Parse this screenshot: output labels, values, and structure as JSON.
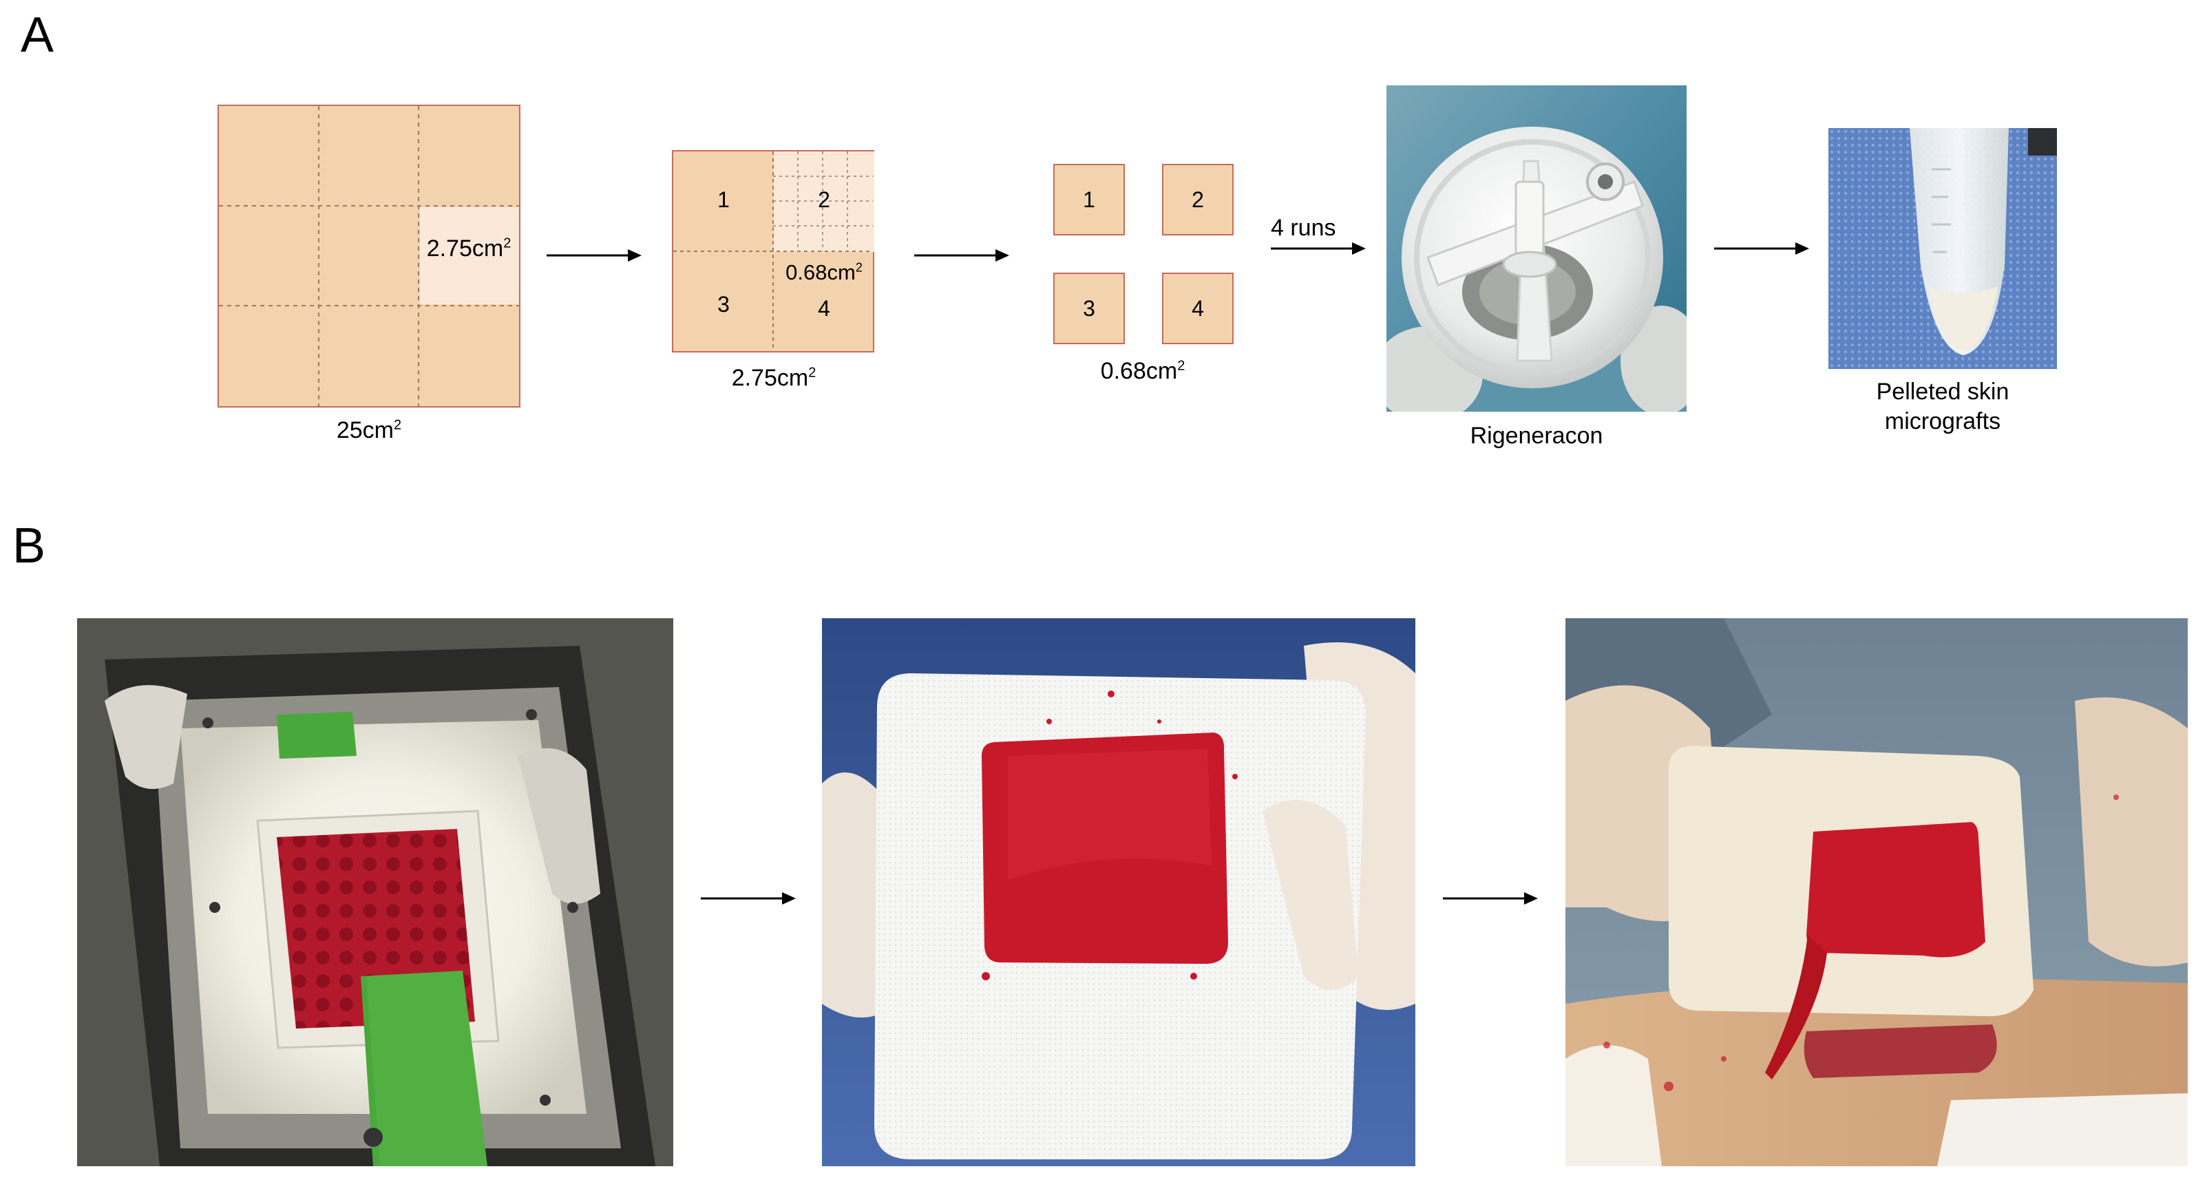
{
  "panels": {
    "a": "A",
    "b": "B"
  },
  "panel_a": {
    "big_square": {
      "area_label": "25cm",
      "sup": "2",
      "highlight_label": "2.75cm",
      "highlight_sup": "2"
    },
    "medium_square": {
      "area_label": "2.75cm",
      "sup": "2",
      "quadrants": [
        "1",
        "2",
        "3",
        "4"
      ],
      "sub_label": "0.68cm",
      "sub_sup": "2"
    },
    "small_squares": {
      "numbers": [
        "1",
        "2",
        "3",
        "4"
      ],
      "area_label": "0.68cm",
      "sup": "2"
    },
    "arrow_runs_label": "4 runs",
    "device_caption": "Rigeneracon",
    "tube_caption_line1": "Pelleted skin",
    "tube_caption_line2": "micrografts"
  },
  "colors": {
    "tissue": "#f2d3ad",
    "tissue_border": "#c96a5d",
    "highlight": "#fbe8d9",
    "graft_red": "#c8192b",
    "tape_green": "#49a83b"
  }
}
